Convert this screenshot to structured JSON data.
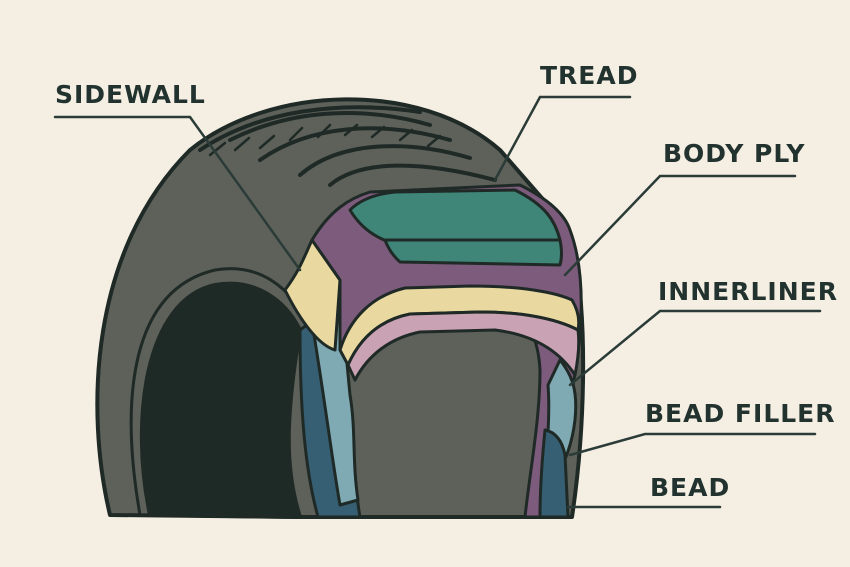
{
  "labels": {
    "sidewall": "SIDEWALL",
    "tread": "TREAD",
    "body_ply": "BODY PLY",
    "innerliner": "INNERLINER",
    "bead_filler": "BEAD FILLER",
    "bead": "BEAD"
  },
  "colors": {
    "background": "#f5efe3",
    "outline": "#1f2a27",
    "tire_rubber": "#5d615a",
    "tire_inner_hole": "#1d2a26",
    "tread_layer": "#3f8578",
    "body_ply": "#7c5b7c",
    "innerliner": "#e9d9a1",
    "pink_layer": "#c9a2b3",
    "bead_filler": "#7fa9b3",
    "bead": "#365f73",
    "text": "#22322f"
  }
}
